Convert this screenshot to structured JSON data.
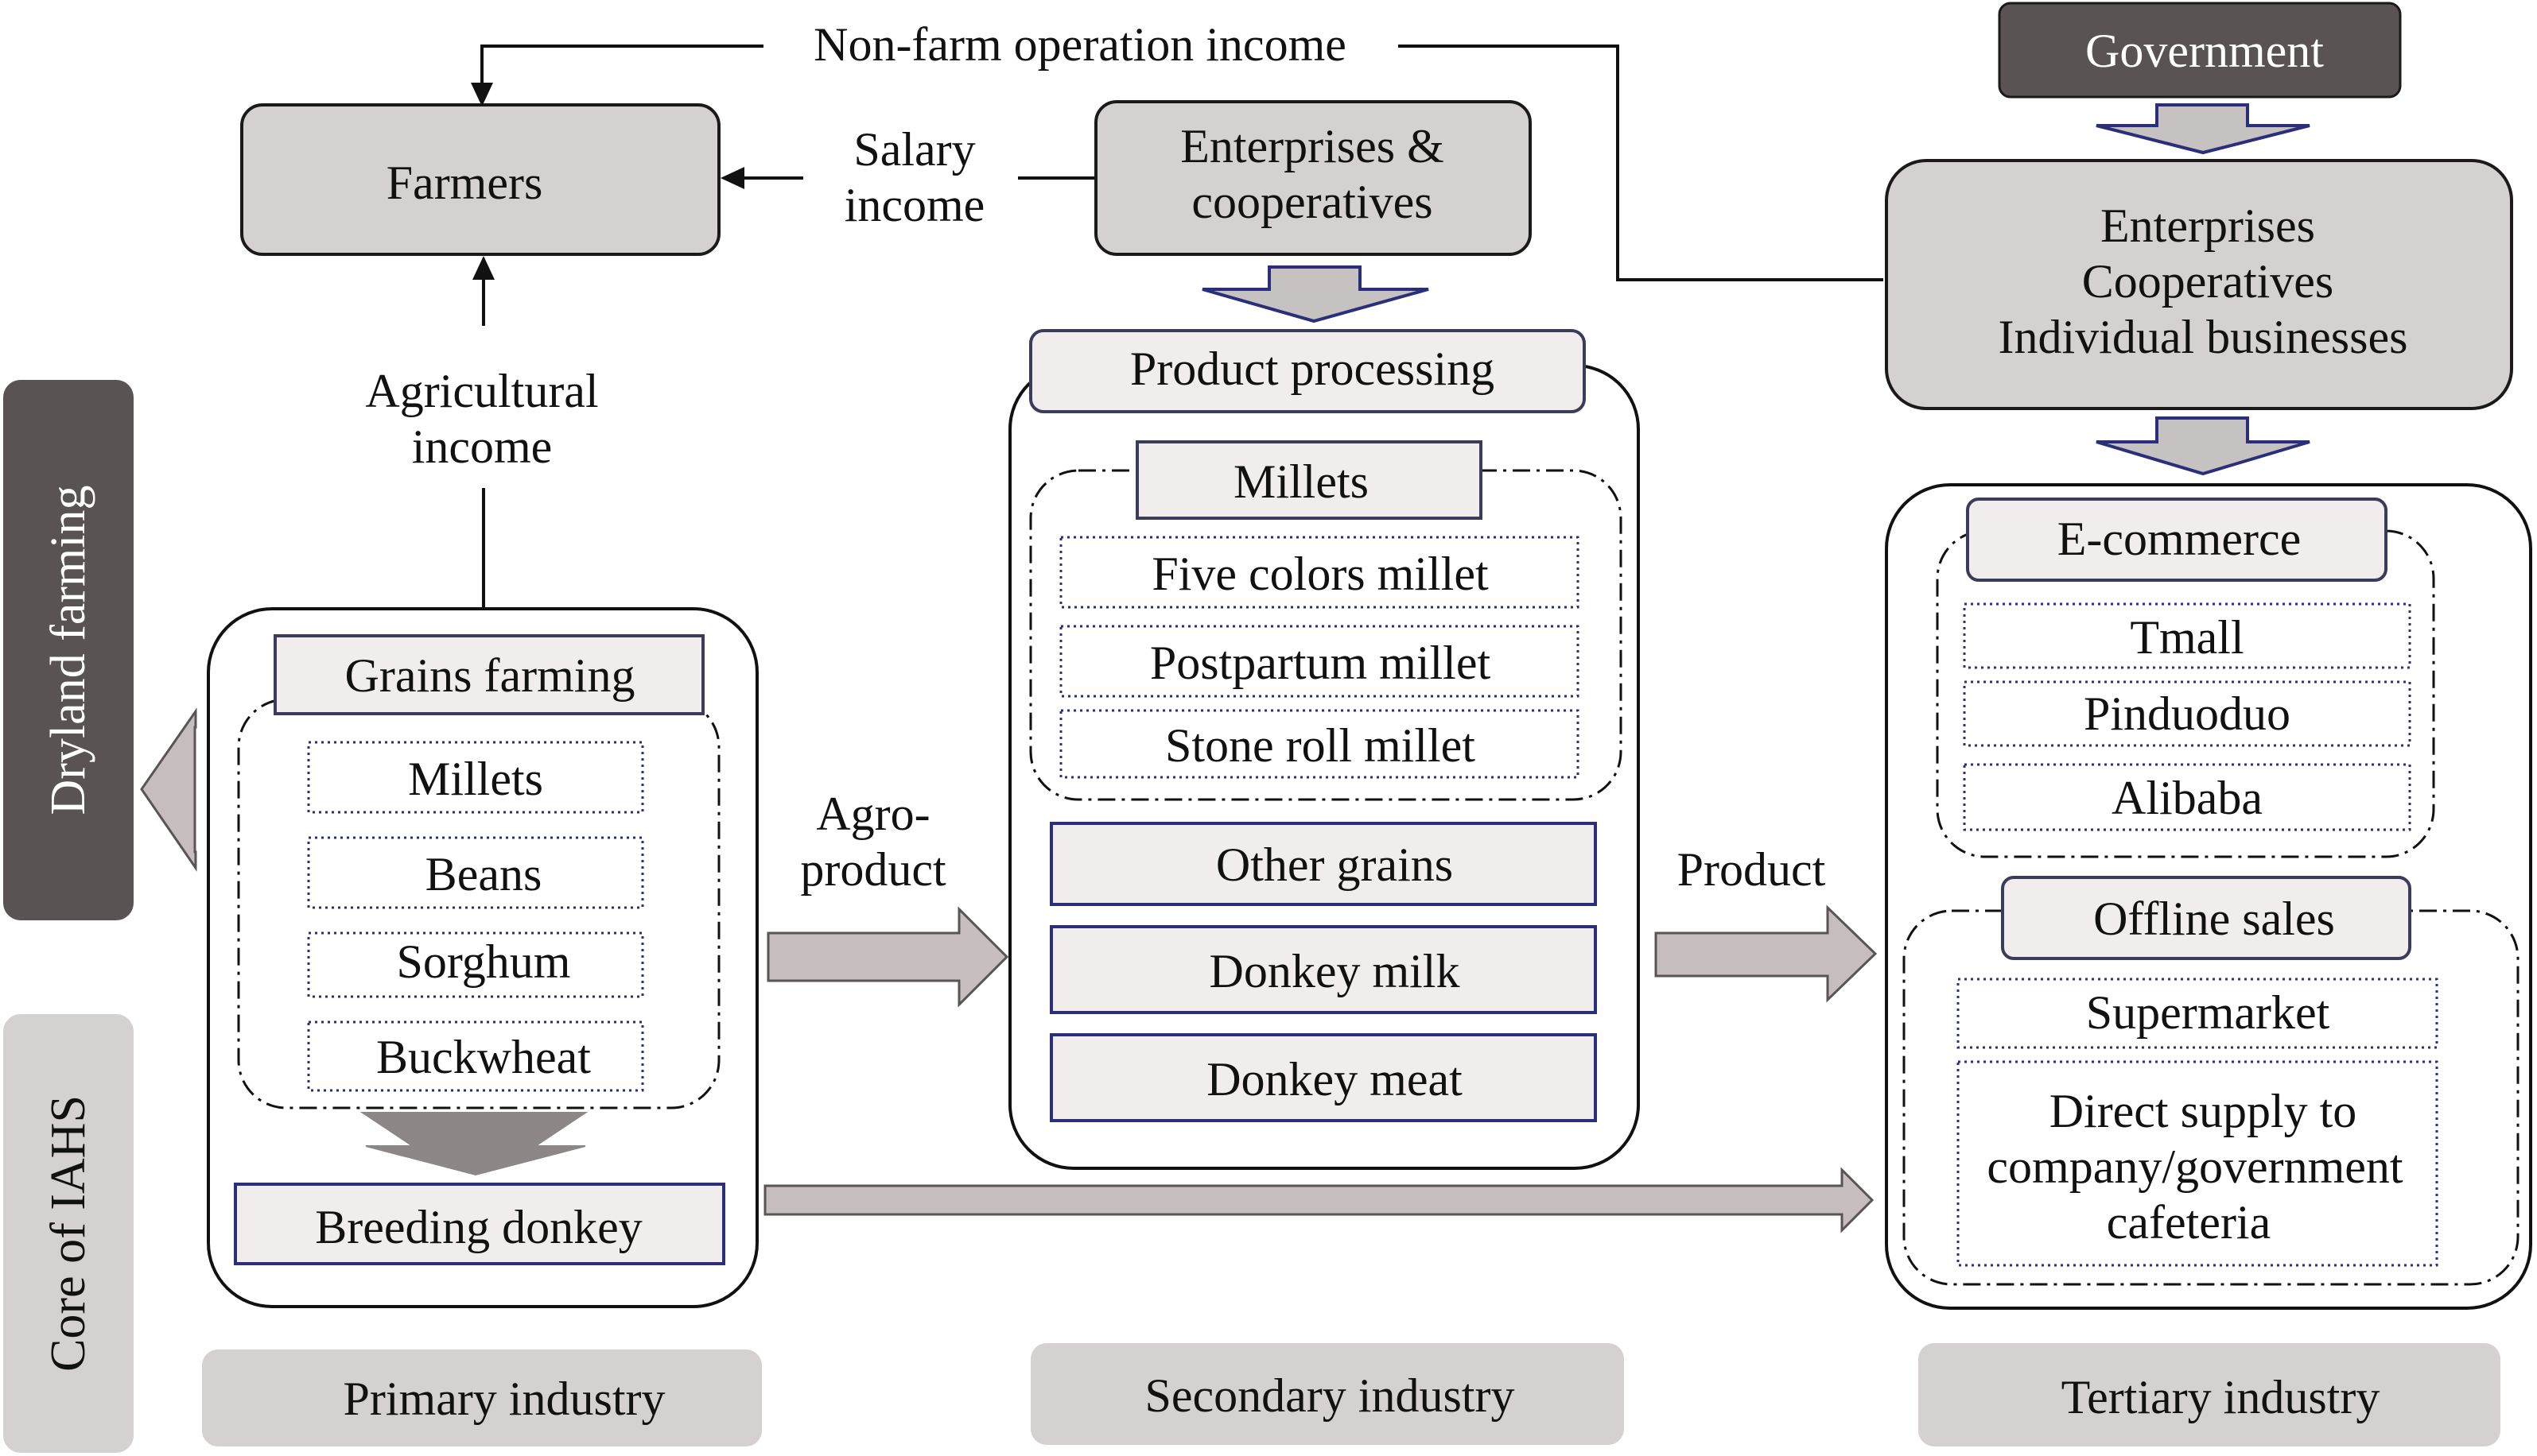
{
  "side_labels": {
    "dryland": "Dryland farming",
    "core": "Core of IAHS"
  },
  "farmers": "Farmers",
  "flows": {
    "non_farm": "Non-farm operation income",
    "salary_line1": "Salary",
    "salary_line2": "income",
    "agricultural_line1": "Agricultural",
    "agricultural_line2": "income",
    "agro_line1": "Agro-",
    "agro_line2": "product",
    "product": "Product"
  },
  "primary": {
    "header": "Grains farming",
    "items": [
      "Millets",
      "Beans",
      "Sorghum",
      "Buckwheat"
    ],
    "breeding": "Breeding donkey",
    "footer": "Primary industry"
  },
  "secondary": {
    "enterprises_line1": "Enterprises &",
    "enterprises_line2": "cooperatives",
    "header": "Product processing",
    "millets_header": "Millets",
    "millet_items": [
      "Five colors millet",
      "Postpartum millet",
      "Stone roll millet"
    ],
    "other_items": [
      "Other grains",
      "Donkey milk",
      "Donkey meat"
    ],
    "footer": "Secondary industry"
  },
  "tertiary": {
    "government": "Government",
    "actors": [
      "Enterprises",
      "Cooperatives",
      "Individual businesses"
    ],
    "ecommerce_header": "E-commerce",
    "ecommerce_items": [
      "Tmall",
      "Pinduoduo",
      "Alibaba"
    ],
    "offline_header": "Offline sales",
    "supermarket": "Supermarket",
    "direct_lines": [
      "Direct supply to",
      "company/government",
      "cafeteria"
    ],
    "footer": "Tertiary industry"
  },
  "colors": {
    "government_fill": "#595353",
    "grey_box": "#d6d1d1",
    "light_box": "#f1eded",
    "item_border": "#2b2f7a",
    "arrow_fill": "#c6bebe"
  }
}
